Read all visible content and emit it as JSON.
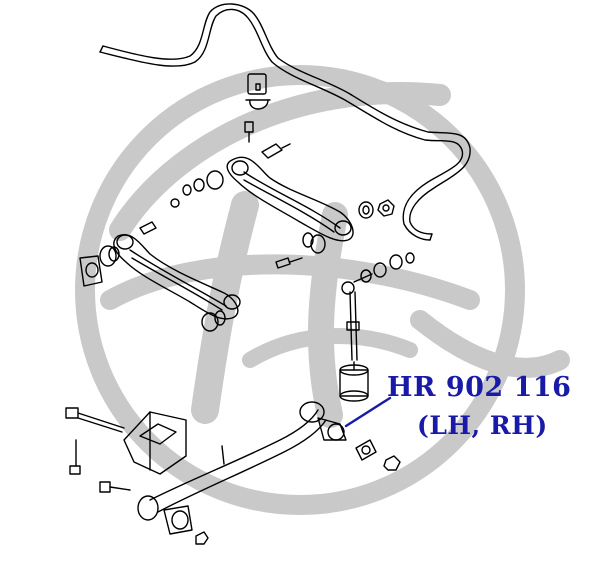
{
  "callout": {
    "part_number": "HR 902 116",
    "side": "(LH, RH)"
  },
  "colors": {
    "label": "#1a1aa8",
    "leader": "#1a1aa8",
    "line_art": "#000000",
    "watermark": "#c9c9c9",
    "background": "#ffffff"
  },
  "watermark": {
    "type": "logo",
    "letters": "Hi"
  },
  "icons": [
    "stabilizer-bar-icon",
    "upper-control-arm-icon",
    "lower-control-arm-icon",
    "stabilizer-link-icon",
    "trailing-arm-icon",
    "bracket-icon",
    "bushing-icon",
    "bolt-icon",
    "nut-icon",
    "washer-icon"
  ]
}
